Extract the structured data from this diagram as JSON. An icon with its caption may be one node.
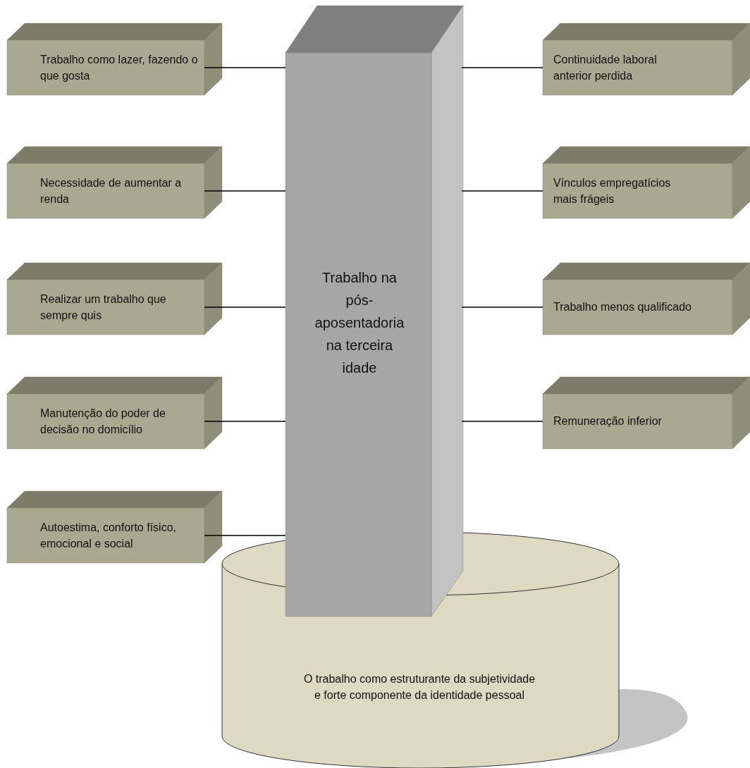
{
  "diagram": {
    "nodes": [
      {
        "text": [
          "Trabalho na pós-aposentadoria na terceira idade"
        ]
      },
      {
        "text": [
          "O trabalho como estruturante da subjetividade e forte componente da identidade pessoal"
        ]
      },
      {
        "text": [
          "Trabalho como lazer, fazendo o que gosta"
        ]
      },
      {
        "text": [
          "Necessidade de aumentar a renda"
        ]
      },
      {
        "text": [
          "Realizar um trabalho que sempre quis"
        ]
      },
      {
        "text": [
          "Manutenção do poder de decisão no domicílio"
        ]
      },
      {
        "text": [
          "Autoestima, conforto físico, emocional e social"
        ]
      },
      {
        "text": [
          "Continuidade laboral anterior perdida"
        ]
      },
      {
        "text": [
          "Vínculos empregatícios mais frágeis"
        ]
      },
      {
        "text": [
          "Trabalho menos qualificado"
        ]
      },
      {
        "text": [
          "Remuneração inferior"
        ]
      }
    ],
    "edges": [
      {
        "from": 2,
        "to": 0,
        "arrow": "none"
      },
      {
        "from": 3,
        "to": 0,
        "arrow": "none"
      },
      {
        "from": 4,
        "to": 0,
        "arrow": "none"
      },
      {
        "from": 5,
        "to": 0,
        "arrow": "none"
      },
      {
        "from": 6,
        "to": 0,
        "arrow": "none"
      },
      {
        "from": 7,
        "to": 0,
        "arrow": "none"
      },
      {
        "from": 8,
        "to": 0,
        "arrow": "none"
      },
      {
        "from": 9,
        "to": 0,
        "arrow": "none"
      },
      {
        "from": 10,
        "to": 0,
        "arrow": "none"
      }
    ]
  }
}
